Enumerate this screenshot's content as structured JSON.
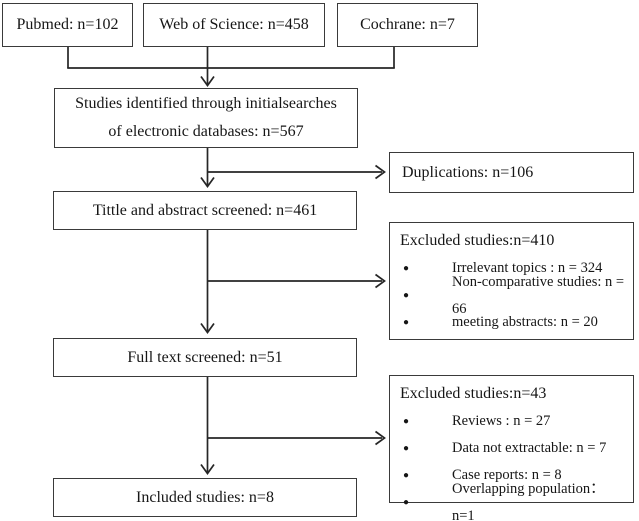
{
  "flowchart": {
    "colors": {
      "background": "#ffffff",
      "box_border": "#3a3a3a",
      "connector_line": "#262626",
      "text": "#161616"
    },
    "icons": {
      "bullet": "●"
    },
    "top_row": [
      {
        "label": "Pubmed: n=102"
      },
      {
        "label": "Web of Science: n=458"
      },
      {
        "label": "Cochrane: n=7"
      }
    ],
    "identified": {
      "line1": "Studies identified through initialsearches",
      "line2": "of electronic databases: n=567"
    },
    "duplications": {
      "label": "Duplications: n=106"
    },
    "title_abstract": {
      "label": "Tittle and abstract screened: n=461"
    },
    "excluded_screening": {
      "title": "Excluded studies:n=410",
      "items": [
        "Irrelevant topics : n = 324",
        "Non-comparative studies: n = 66",
        "meeting abstracts: n = 20"
      ]
    },
    "full_text": {
      "label": "Full text screened: n=51"
    },
    "excluded_fulltext": {
      "title": "Excluded studies:n=43",
      "items": [
        "Reviews : n = 27",
        "Data not extractable: n = 7",
        "Case reports: n = 8",
        "Overlapping population： n=1"
      ]
    },
    "included": {
      "label": "Included studies: n=8"
    }
  }
}
